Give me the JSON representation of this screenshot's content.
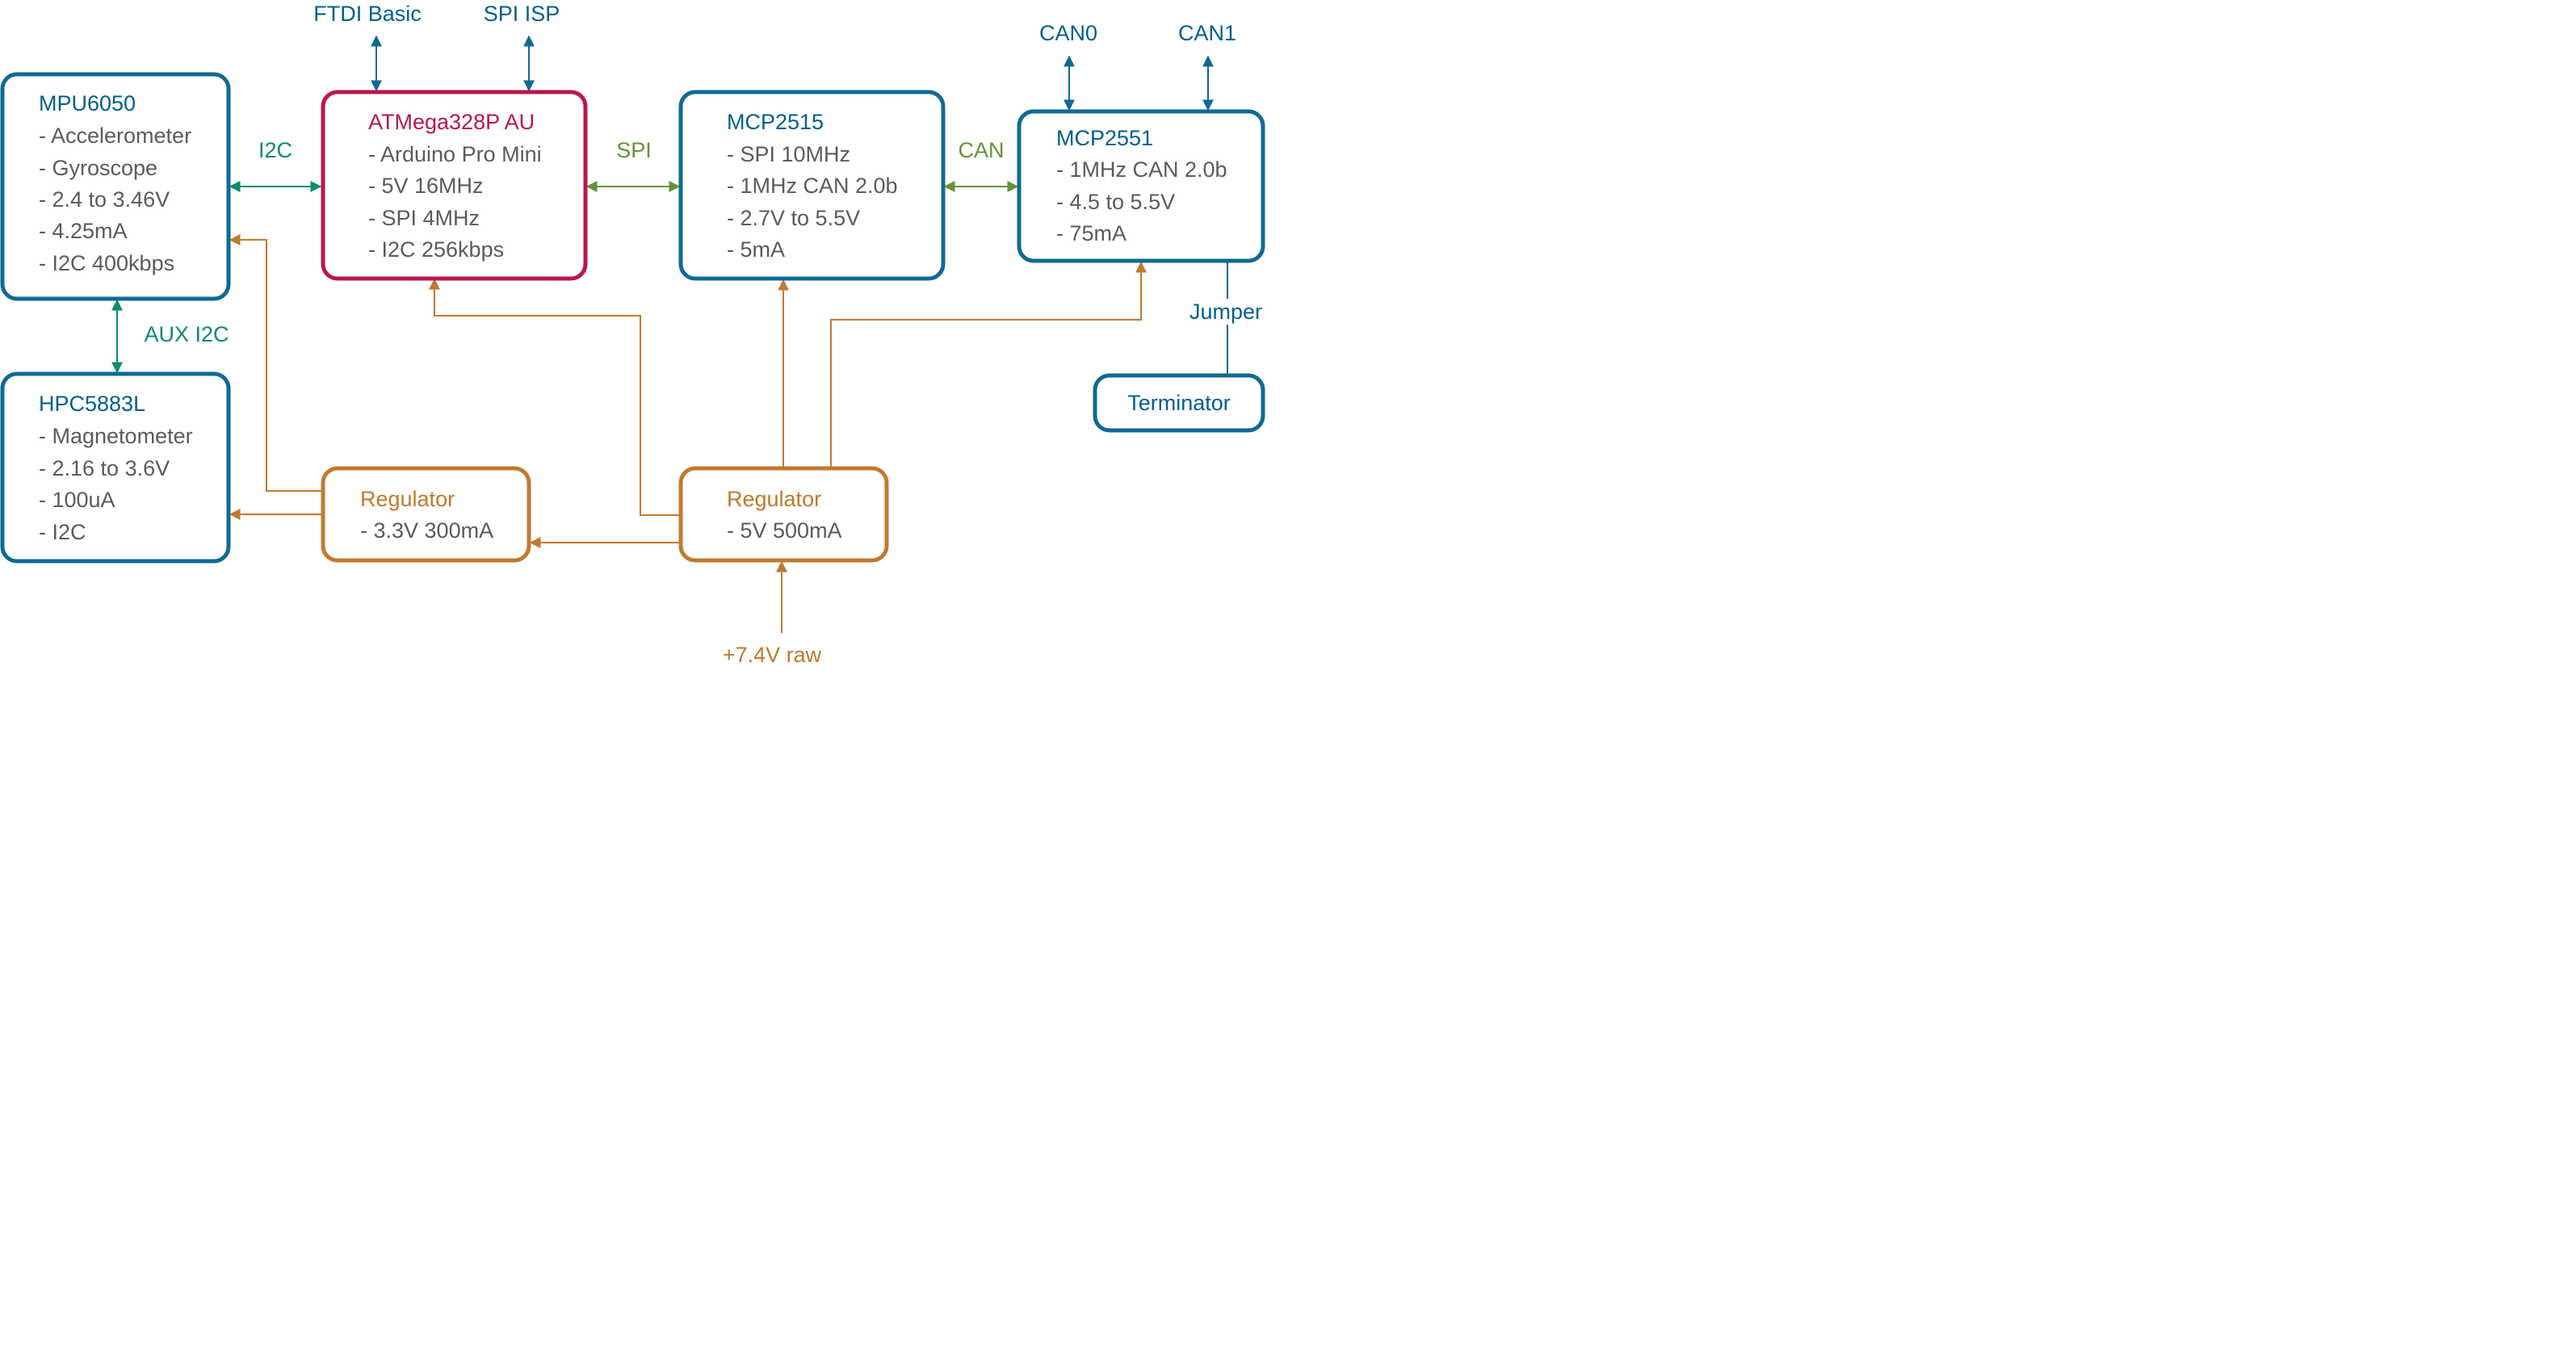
{
  "colors": {
    "blue": "#0f6a93",
    "red": "#b8164f",
    "orange": "#c07a2f",
    "green": "#66913a",
    "teal": "#0d8a74",
    "gray": "#5b5b5b"
  },
  "blocks": {
    "mpu6050": {
      "title": "MPU6050",
      "lines": [
        "- Accelerometer",
        "- Gyroscope",
        "- 2.4 to 3.46V",
        "- 4.25mA",
        "- I2C 400kbps"
      ]
    },
    "hpc5883l": {
      "title": "HPC5883L",
      "lines": [
        "- Magnetometer",
        "- 2.16 to 3.6V",
        "- 100uA",
        "- I2C"
      ]
    },
    "atmega": {
      "title": "ATMega328P AU",
      "lines": [
        "- Arduino Pro Mini",
        "- 5V 16MHz",
        "- SPI 4MHz",
        "- I2C 256kbps"
      ]
    },
    "mcp2515": {
      "title": "MCP2515",
      "lines": [
        "- SPI 10MHz",
        "- 1MHz CAN 2.0b",
        "- 2.7V to 5.5V",
        "- 5mA"
      ]
    },
    "mcp2551": {
      "title": "MCP2551",
      "lines": [
        "- 1MHz CAN 2.0b",
        "- 4.5 to 5.5V",
        "- 75mA"
      ]
    },
    "terminator": {
      "title": "Terminator"
    },
    "reg33": {
      "title": "Regulator",
      "lines": [
        "- 3.3V 300mA"
      ]
    },
    "reg5": {
      "title": "Regulator",
      "lines": [
        "- 5V 500mA"
      ]
    }
  },
  "labels": {
    "ftdi": "FTDI Basic",
    "spi_isp": "SPI ISP",
    "can0": "CAN0",
    "can1": "CAN1",
    "i2c": "I2C",
    "spi": "SPI",
    "can": "CAN",
    "aux_i2c": "AUX I2C",
    "jumper": "Jumper",
    "raw_input": "+7.4V raw"
  }
}
